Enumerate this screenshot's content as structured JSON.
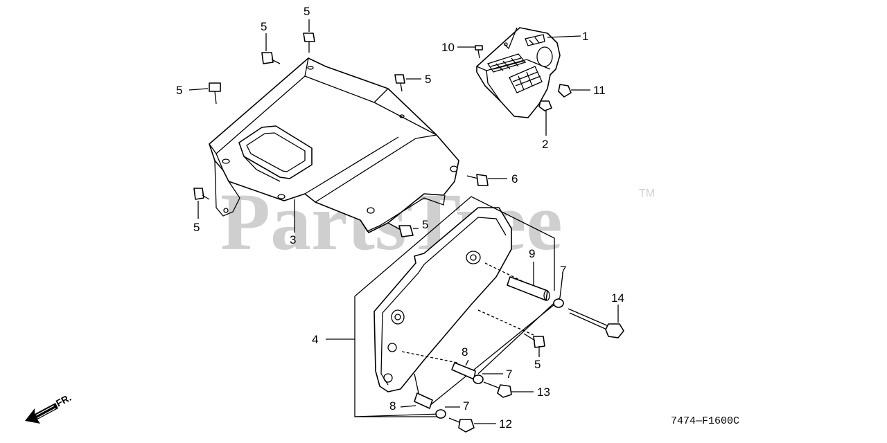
{
  "watermark": {
    "text": "PartsTree",
    "trademark": "TM"
  },
  "diagram_code": "7474—F1600C",
  "direction_label": "FR.",
  "callouts": {
    "c1": "1",
    "c2": "2",
    "c3": "3",
    "c4": "4",
    "c5a": "5",
    "c5b": "5",
    "c5c": "5",
    "c5d": "5",
    "c5e": "5",
    "c5f": "5",
    "c5g": "5",
    "c6": "6",
    "c7a": "7",
    "c7b": "7",
    "c7c": "7",
    "c8a": "8",
    "c8b": "8",
    "c9": "9",
    "c10": "10",
    "c11": "11",
    "c12": "12",
    "c13": "13",
    "c14": "14"
  }
}
